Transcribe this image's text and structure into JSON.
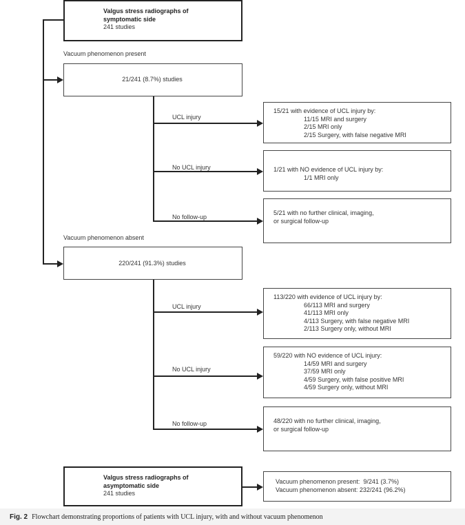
{
  "symptomatic": {
    "title": "Valgus stress radiographs of\nsymptomatic side",
    "count": "241 studies"
  },
  "present": {
    "label": "Vacuum phenomenon present",
    "box": "21/241 (8.7%) studies",
    "branches": [
      {
        "label": "UCL injury",
        "head": "15/21 with evidence of UCL injury by:",
        "items": [
          "11/15 MRI and surgery",
          "2/15 MRI only",
          "2/15 Surgery, with false negative MRI"
        ]
      },
      {
        "label": "No UCL injury",
        "head": "1/21 with NO evidence of UCL injury by:",
        "items": [
          "1/1 MRI only"
        ]
      },
      {
        "label": "No follow-up",
        "head": "5/21 with no further clinical, imaging,\nor surgical follow-up",
        "items": []
      }
    ]
  },
  "absent": {
    "label": "Vacuum phenomenon absent",
    "box": "220/241 (91.3%) studies",
    "branches": [
      {
        "label": "UCL injury",
        "head": "113/220 with evidence of UCL injury by:",
        "items": [
          "66/113 MRI and surgery",
          "41/113 MRI only",
          "4/113 Surgery, with false negative MRI",
          "2/113 Surgery only, without MRI"
        ]
      },
      {
        "label": "No UCL injury",
        "head": "59/220 with NO evidence of UCL injury:",
        "items": [
          "14/59 MRI and surgery",
          "37/59 MRI only",
          "4/59 Surgery, with false positive MRI",
          "4/59 Surgery only, without MRI"
        ]
      },
      {
        "label": "No follow-up",
        "head": "48/220 with no further clinical, imaging,\nor surgical follow-up",
        "items": []
      }
    ]
  },
  "asymptomatic": {
    "title": "Valgus stress radiographs of\nasymptomatic side",
    "count": "241 studies",
    "result1": "Vacuum phenomenon present:  9/241 (3.7%)",
    "result2": "Vacuum phenomenon absent: 232/241 (96.2%)"
  },
  "caption": {
    "label": "Fig. 2",
    "text": "Flowchart demonstrating proportions of patients with UCL injury, with and without vacuum phenomenon"
  }
}
